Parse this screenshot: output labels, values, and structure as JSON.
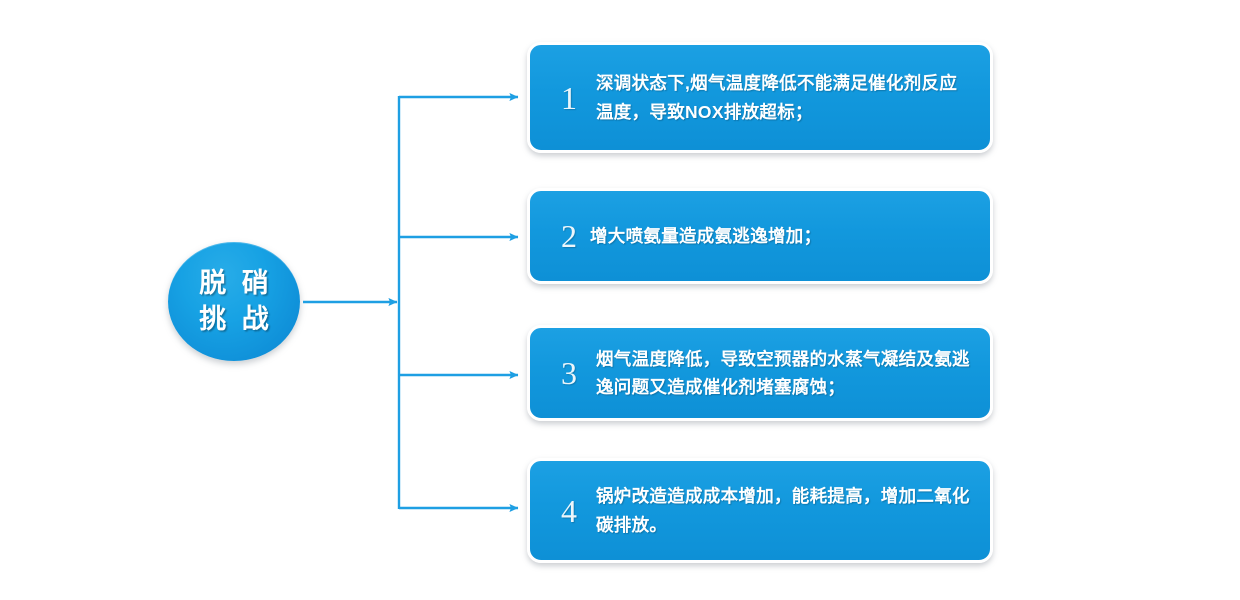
{
  "diagram": {
    "hub": {
      "line1": "脱 硝",
      "line2": "挑 战",
      "color": "#139cdf"
    },
    "accent_color": "#1b9fe0",
    "connector_color": "#1e9fe3",
    "items": [
      {
        "number": "1",
        "text": "深调状态下,烟气温度降低不能满足催化剂反应温度，导致NOX排放超标；"
      },
      {
        "number": "2",
        "text": "增大喷氨量造成氨逃逸增加；"
      },
      {
        "number": "3",
        "text": "烟气温度降低，导致空预器的水蒸气凝结及氨逃逸问题又造成催化剂堵塞腐蚀；"
      },
      {
        "number": "4",
        "text": "锅炉改造造成成本增加，能耗提高，增加二氧化碳排放。"
      }
    ]
  }
}
